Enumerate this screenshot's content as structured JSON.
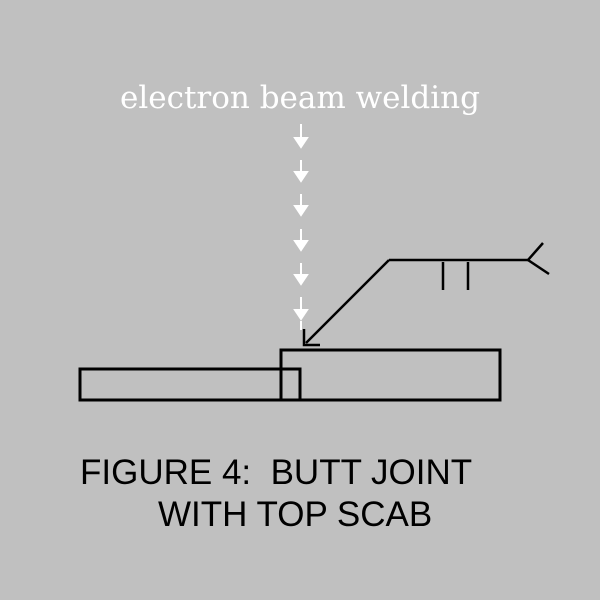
{
  "beam_label": "electron beam welding",
  "caption": {
    "line1": "FIGURE 4:  BUTT JOINT",
    "line2": "WITH TOP SCAB"
  },
  "colors": {
    "background": "#c0c0c0",
    "beam": "#ffffff",
    "lines": "#000000"
  }
}
